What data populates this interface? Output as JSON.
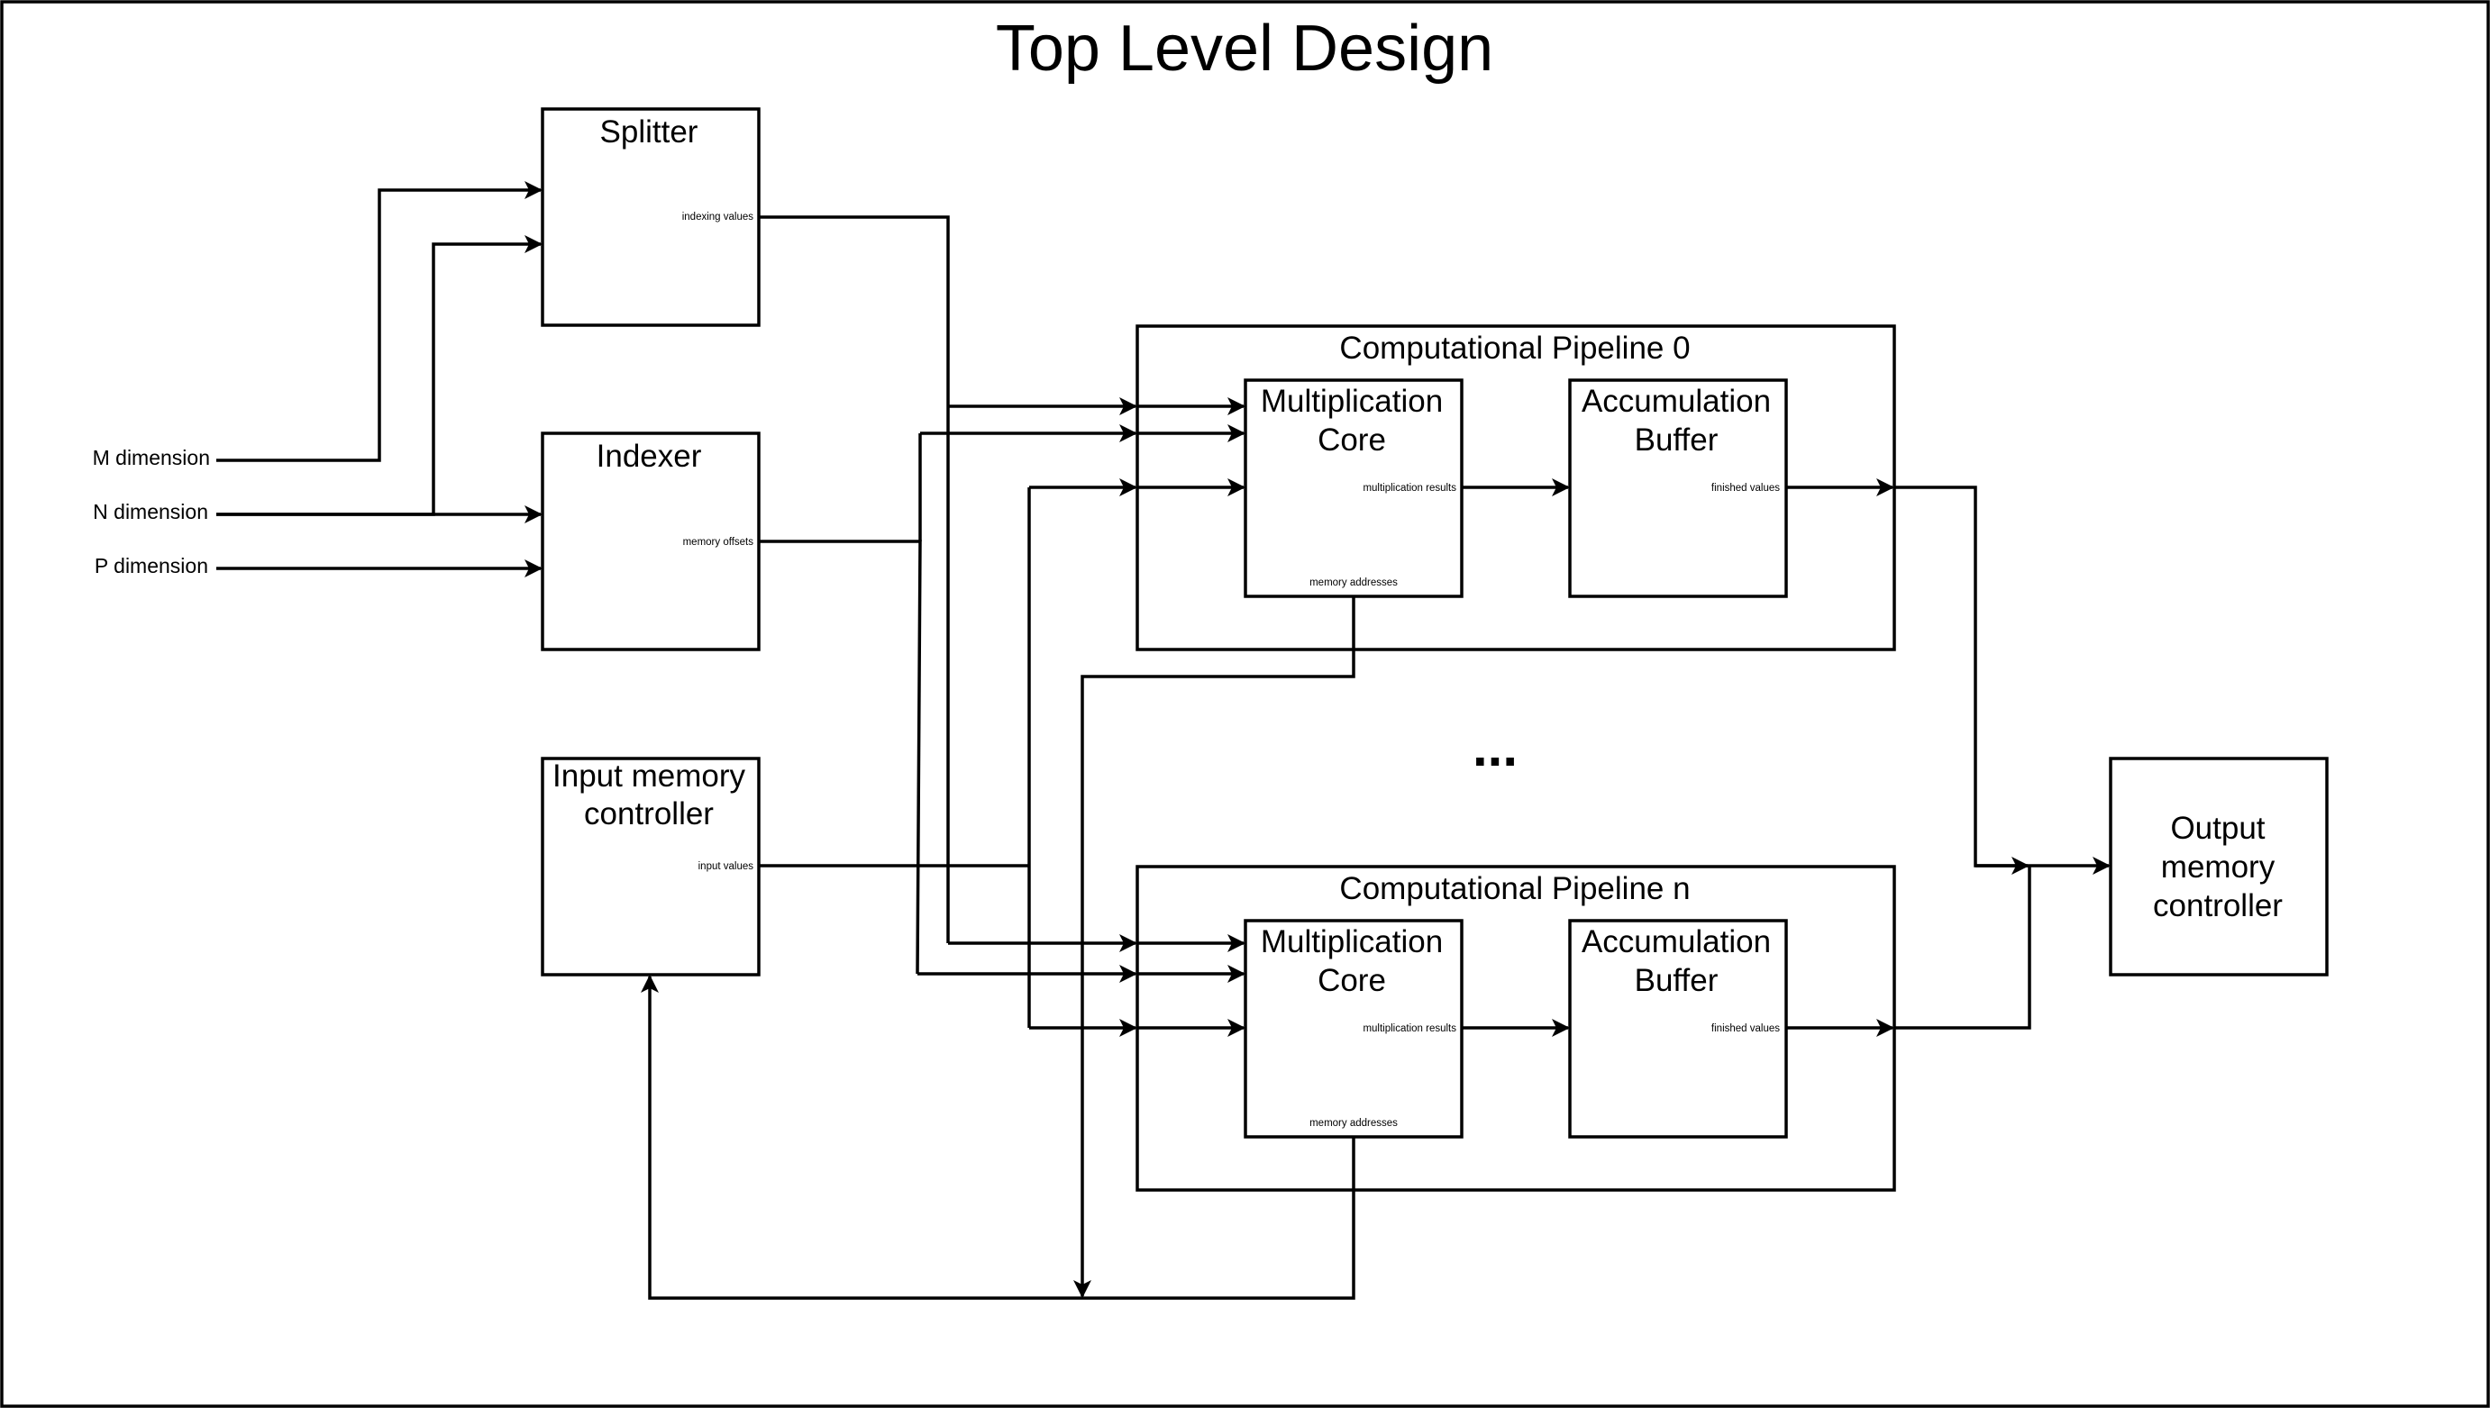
{
  "title": "Top Level Design",
  "inputs": {
    "m": "M dimension",
    "n": "N dimension",
    "p": "P dimension"
  },
  "splitter": {
    "label": "Splitter",
    "port": "indexing values"
  },
  "indexer": {
    "label": "Indexer",
    "port": "memory offsets"
  },
  "input_mem": {
    "line1": "Input memory",
    "line2": "controller",
    "port": "input values"
  },
  "output_mem": {
    "line1": "Output",
    "line2": "memory",
    "line3": "controller"
  },
  "pipelines": [
    {
      "title": "Computational Pipeline 0",
      "mult": {
        "line1": "Multiplication",
        "line2": "Core",
        "port_results": "multiplication results",
        "port_addr": "memory addresses"
      },
      "acc": {
        "line1": "Accumulation",
        "line2": "Buffer",
        "port": "finished values"
      }
    },
    {
      "title": "Computational Pipeline n",
      "mult": {
        "line1": "Multiplication",
        "line2": "Core",
        "port_results": "multiplication results",
        "port_addr": "memory addresses"
      },
      "acc": {
        "line1": "Accumulation",
        "line2": "Buffer",
        "port": "finished values"
      }
    }
  ],
  "ellipsis": "..."
}
